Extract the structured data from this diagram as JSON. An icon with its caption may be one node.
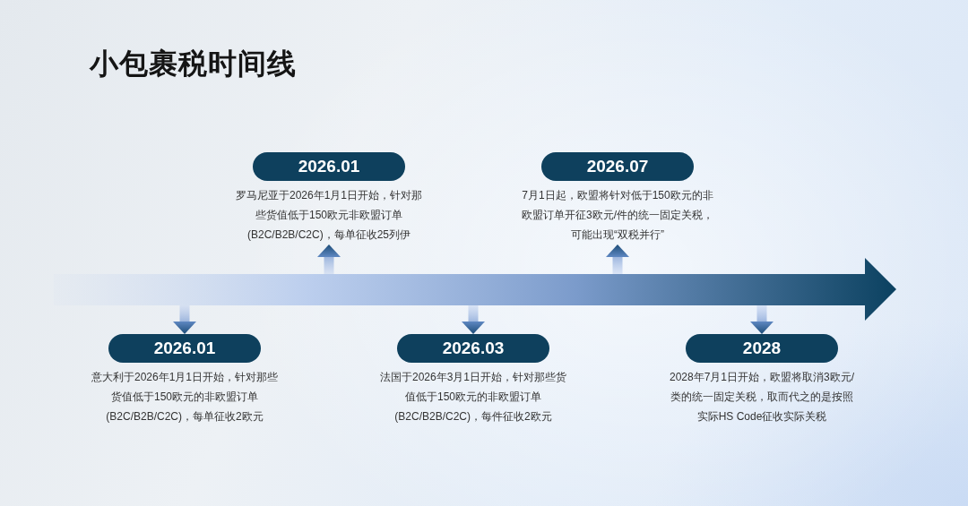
{
  "diagram": {
    "title": "小包裹税时间线",
    "nodes": [
      {
        "text": [],
        "shape": "arrow"
      },
      {
        "text": [
          "2026.01",
          "意大利于2026年1月1日开始，针对那些货值低于150欧元的非欧盟订单(B2C/B2B/C2C)，每单征收2欧元"
        ]
      },
      {
        "text": [
          "2026.01",
          "罗马尼亚于2026年1月1日开始，针对那些货值低于150欧元非欧盟订单(B2C/B2B/C2C)，每单征收25列伊"
        ]
      },
      {
        "text": [
          "2026.03",
          "法国于2026年3月1日开始，针对那些货值低于150欧元的非欧盟订单(B2C/B2B/C2C)，每件征收2欧元"
        ]
      },
      {
        "text": [
          "2026.07",
          "7月1日起，欧盟将针对低于150欧元的非欧盟订单开征3欧元/件的统一固定关税，可能出现“双税并行”"
        ]
      },
      {
        "text": [
          "2028",
          "2028年7月1日开始，欧盟将取消3欧元/类的统一固定关税，取而代之的是按照实际HS Code征收实际关税"
        ]
      }
    ],
    "edges": [
      {
        "from": 0,
        "to": 1,
        "arrow": "to"
      },
      {
        "from": 0,
        "to": 2,
        "arrow": "to"
      },
      {
        "from": 0,
        "to": 3,
        "arrow": "to"
      },
      {
        "from": 0,
        "to": 4,
        "arrow": "to"
      },
      {
        "from": 0,
        "to": 5,
        "arrow": "to"
      }
    ]
  }
}
